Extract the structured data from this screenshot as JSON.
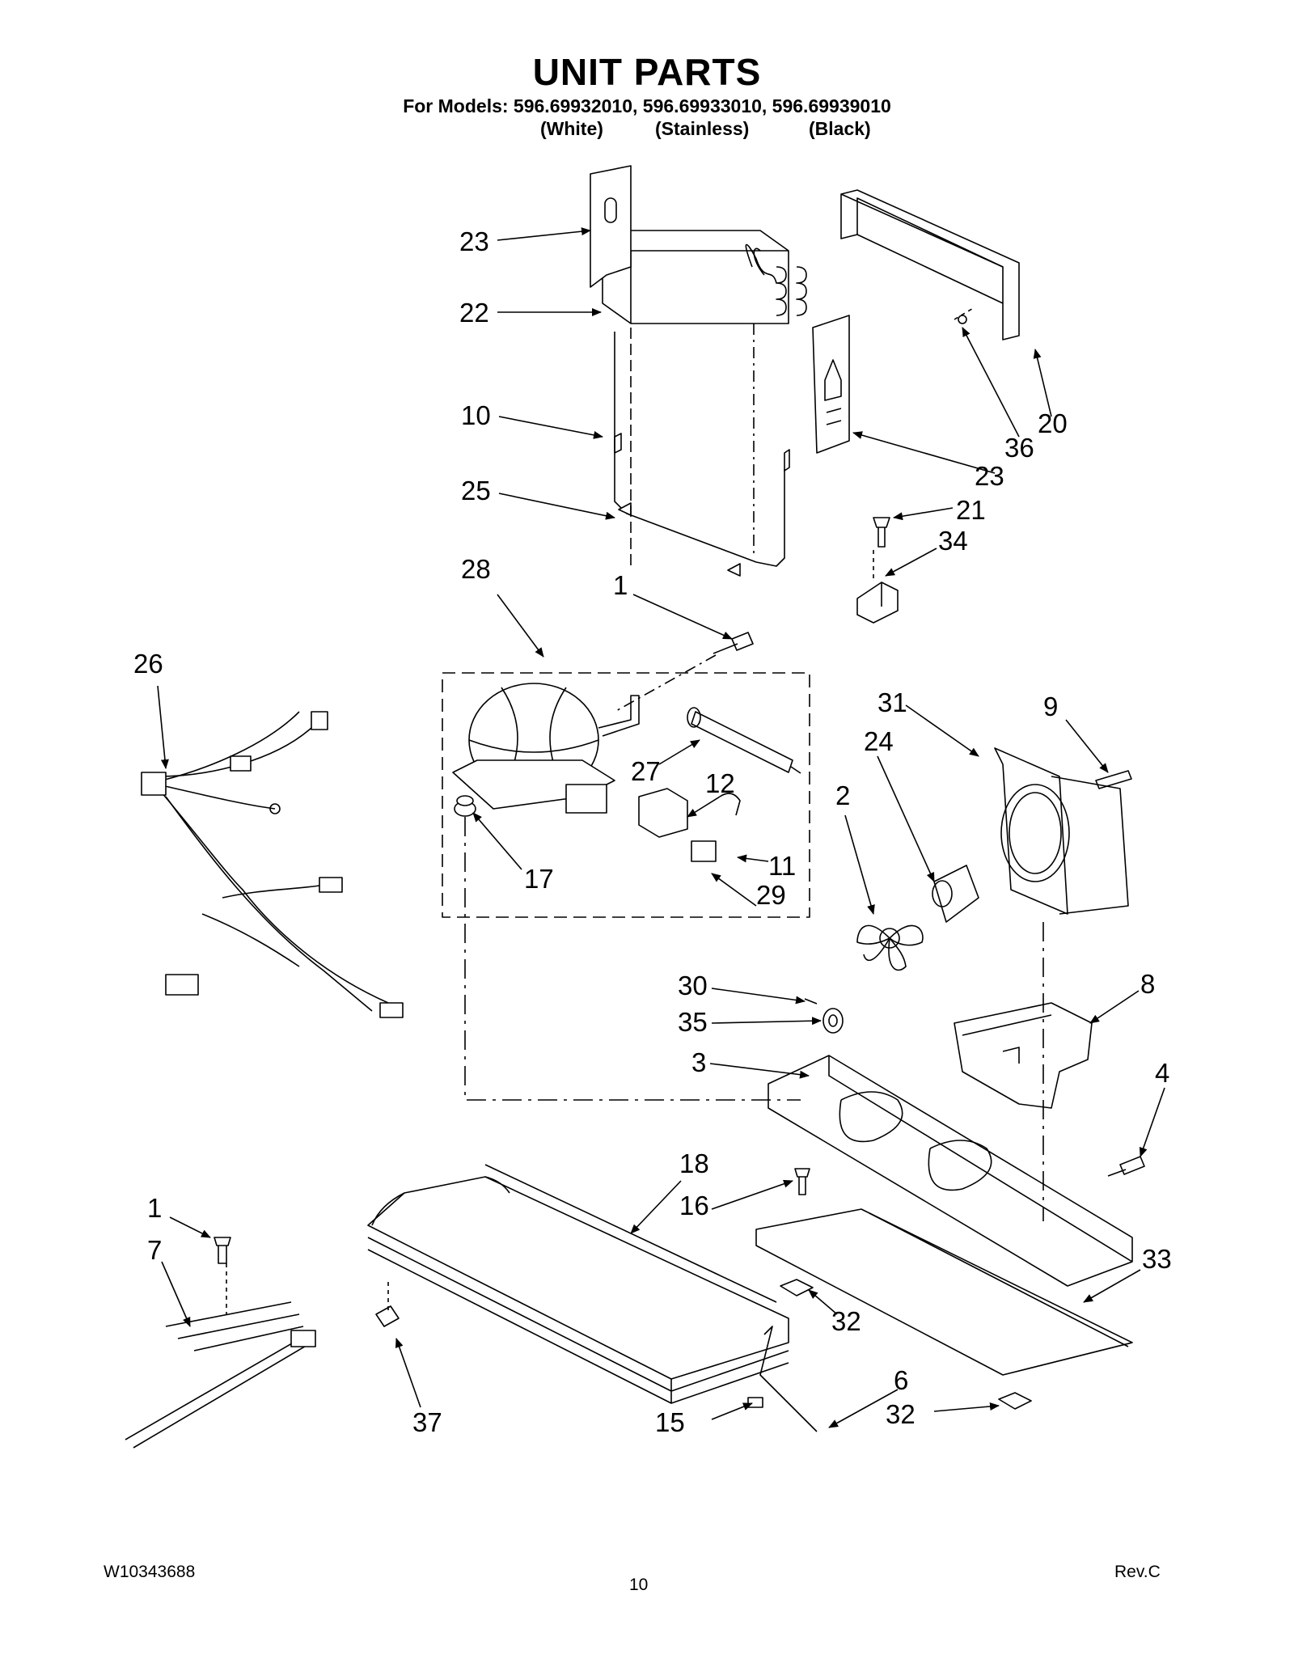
{
  "header": {
    "title": "UNIT PARTS",
    "models_line": "For Models: 596.69932010, 596.69933010, 596.69939010",
    "finishes": [
      "(White)",
      "(Stainless)",
      "(Black)"
    ]
  },
  "callouts": [
    {
      "id": "c23a",
      "label": "23"
    },
    {
      "id": "c22",
      "label": "22"
    },
    {
      "id": "c10",
      "label": "10"
    },
    {
      "id": "c25",
      "label": "25"
    },
    {
      "id": "c20",
      "label": "20"
    },
    {
      "id": "c36",
      "label": "36"
    },
    {
      "id": "c23b",
      "label": "23"
    },
    {
      "id": "c21",
      "label": "21"
    },
    {
      "id": "c34",
      "label": "34"
    },
    {
      "id": "c28",
      "label": "28"
    },
    {
      "id": "c1a",
      "label": "1"
    },
    {
      "id": "c26",
      "label": "26"
    },
    {
      "id": "c27",
      "label": "27"
    },
    {
      "id": "c12",
      "label": "12"
    },
    {
      "id": "c11",
      "label": "11"
    },
    {
      "id": "c17",
      "label": "17"
    },
    {
      "id": "c29",
      "label": "29"
    },
    {
      "id": "c31",
      "label": "31"
    },
    {
      "id": "c9",
      "label": "9"
    },
    {
      "id": "c24",
      "label": "24"
    },
    {
      "id": "c2",
      "label": "2"
    },
    {
      "id": "c30",
      "label": "30"
    },
    {
      "id": "c35",
      "label": "35"
    },
    {
      "id": "c8",
      "label": "8"
    },
    {
      "id": "c3",
      "label": "3"
    },
    {
      "id": "c4",
      "label": "4"
    },
    {
      "id": "c18",
      "label": "18"
    },
    {
      "id": "c16",
      "label": "16"
    },
    {
      "id": "c1b",
      "label": "1"
    },
    {
      "id": "c7",
      "label": "7"
    },
    {
      "id": "c33",
      "label": "33"
    },
    {
      "id": "c32a",
      "label": "32"
    },
    {
      "id": "c37",
      "label": "37"
    },
    {
      "id": "c6",
      "label": "6"
    },
    {
      "id": "c15",
      "label": "15"
    },
    {
      "id": "c32b",
      "label": "32"
    }
  ],
  "footer": {
    "part_number": "W10343688",
    "page_number": "10",
    "revision": "Rev.C"
  }
}
